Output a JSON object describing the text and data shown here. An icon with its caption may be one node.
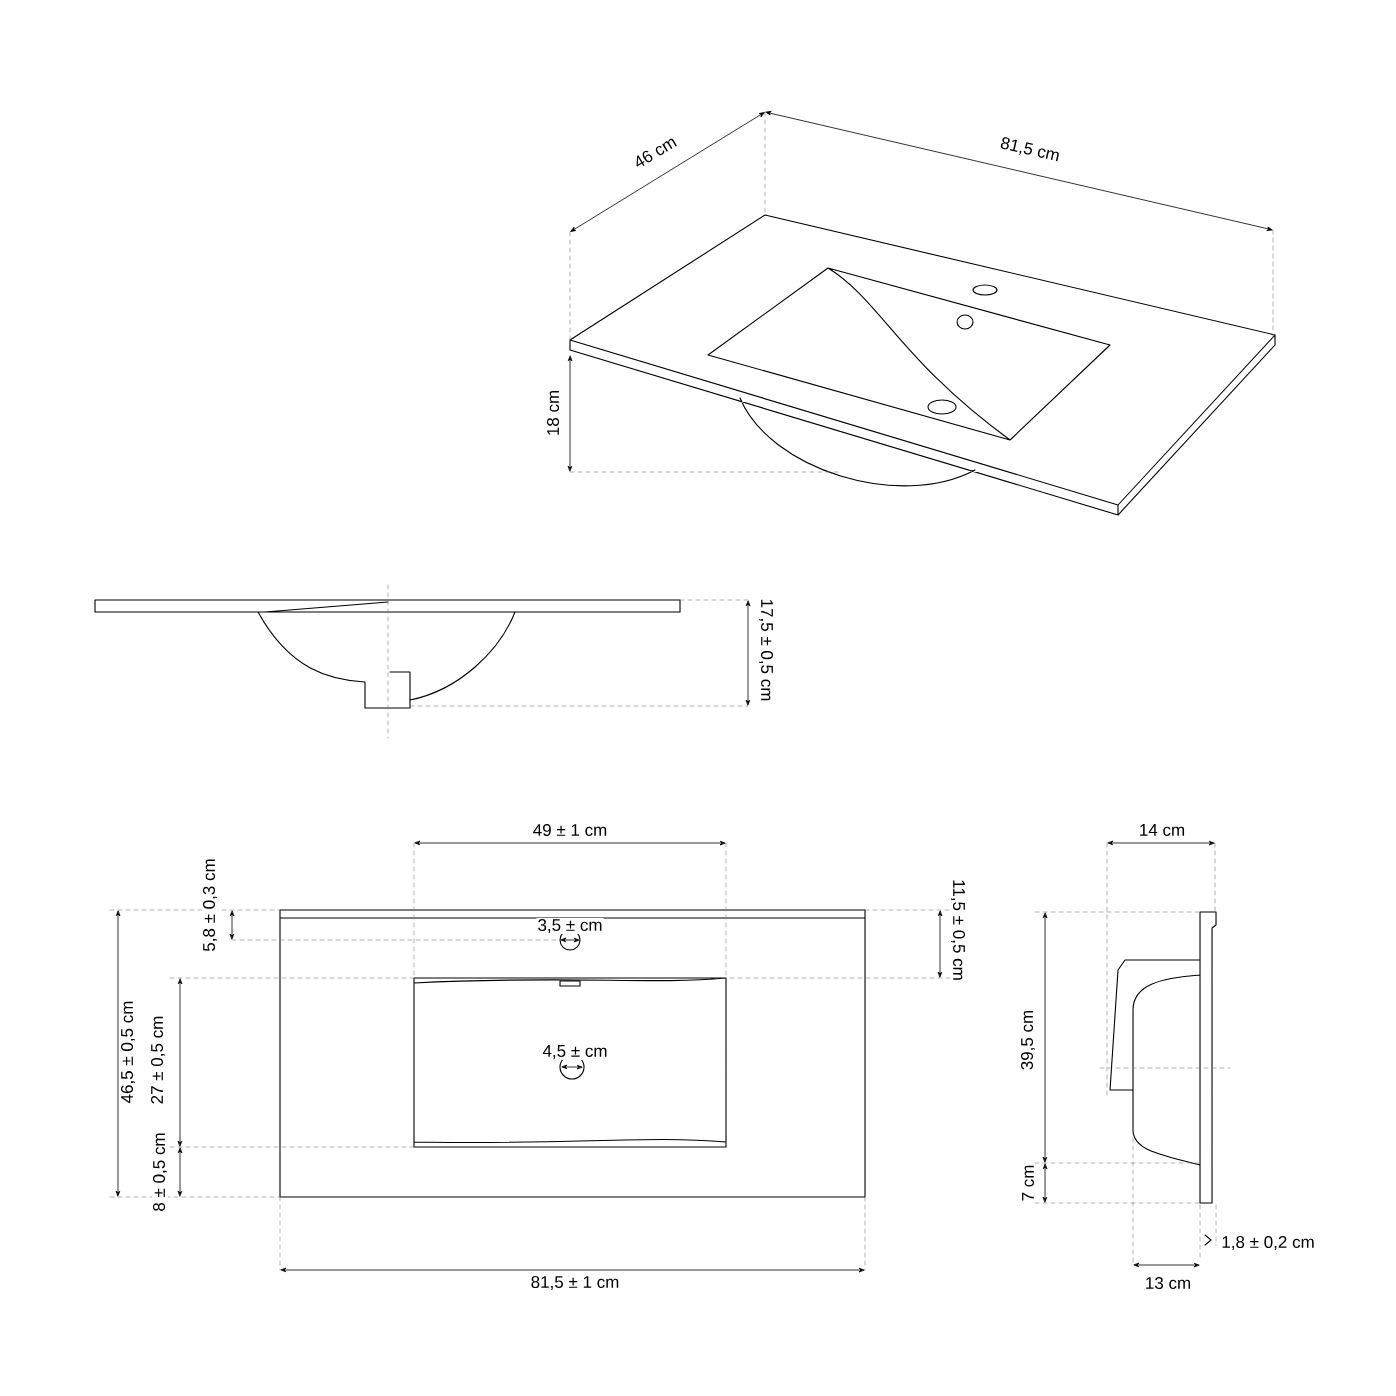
{
  "diagram": {
    "labels": [
      "46 cm",
      "81,5 cm",
      "18 cm",
      "17,5 ± 0,5 cm",
      "49 ± 1 cm",
      "5,8 ± 0,3 cm",
      "3,5 ± cm",
      "11,5 ± 0,5 cm",
      "46,5 ± 0,5 cm",
      "27 ± 0,5 cm",
      "4,5 ± cm",
      "8 ± 0,5 cm",
      "81,5 ± 1 cm",
      "14 cm",
      "39,5 cm",
      "7 cm",
      "1,8 ± 0,2 cm",
      "13 cm"
    ]
  }
}
